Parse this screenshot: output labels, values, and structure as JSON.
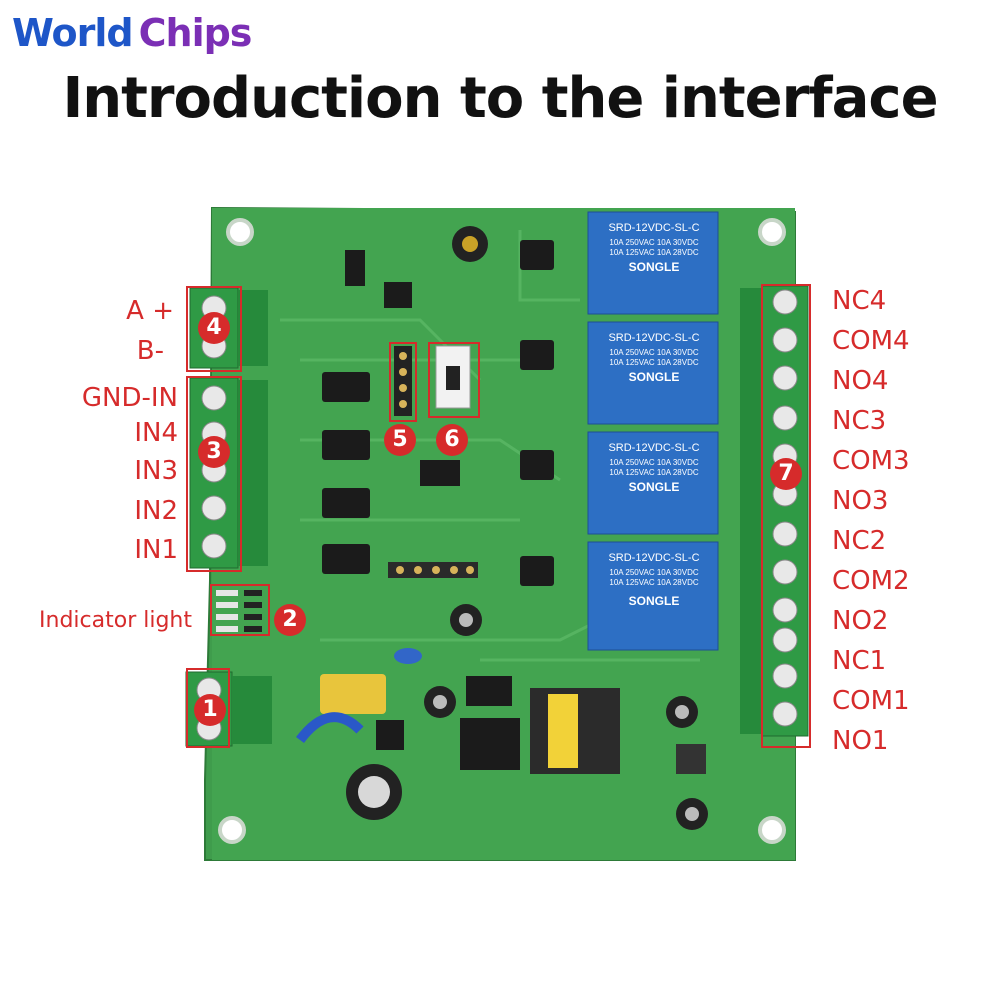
{
  "brand": {
    "logo_part1": "World",
    "logo_part2": "Chips"
  },
  "title": "Introduction to the interface",
  "left_labels": {
    "a_plus": "A +",
    "b_minus": "B-",
    "gnd_in": "GND-IN",
    "in4": "IN4",
    "in3": "IN3",
    "in2": "IN2",
    "in1": "IN1",
    "indicator": "Indicator light"
  },
  "right_labels": [
    "NC4",
    "COM4",
    "NO4",
    "NC3",
    "COM3",
    "NO3",
    "NC2",
    "COM2",
    "NO2",
    "NC1",
    "COM1",
    "NO1"
  ],
  "badges": {
    "b1": "1",
    "b2": "2",
    "b3": "3",
    "b4": "4",
    "b5": "5",
    "b6": "6",
    "b7": "7"
  },
  "relay": {
    "model": "SRD-12VDC-SL-C",
    "brand": "SONGLE",
    "rating1": "10A 250VAC 10A 30VDC",
    "rating2": "10A 125VAC 10A 28VDC"
  },
  "colors": {
    "pcb": "#3a9a4a",
    "relay": "#2d6fc4",
    "terminal": "#2f9a45",
    "accent": "#d62b2b"
  }
}
